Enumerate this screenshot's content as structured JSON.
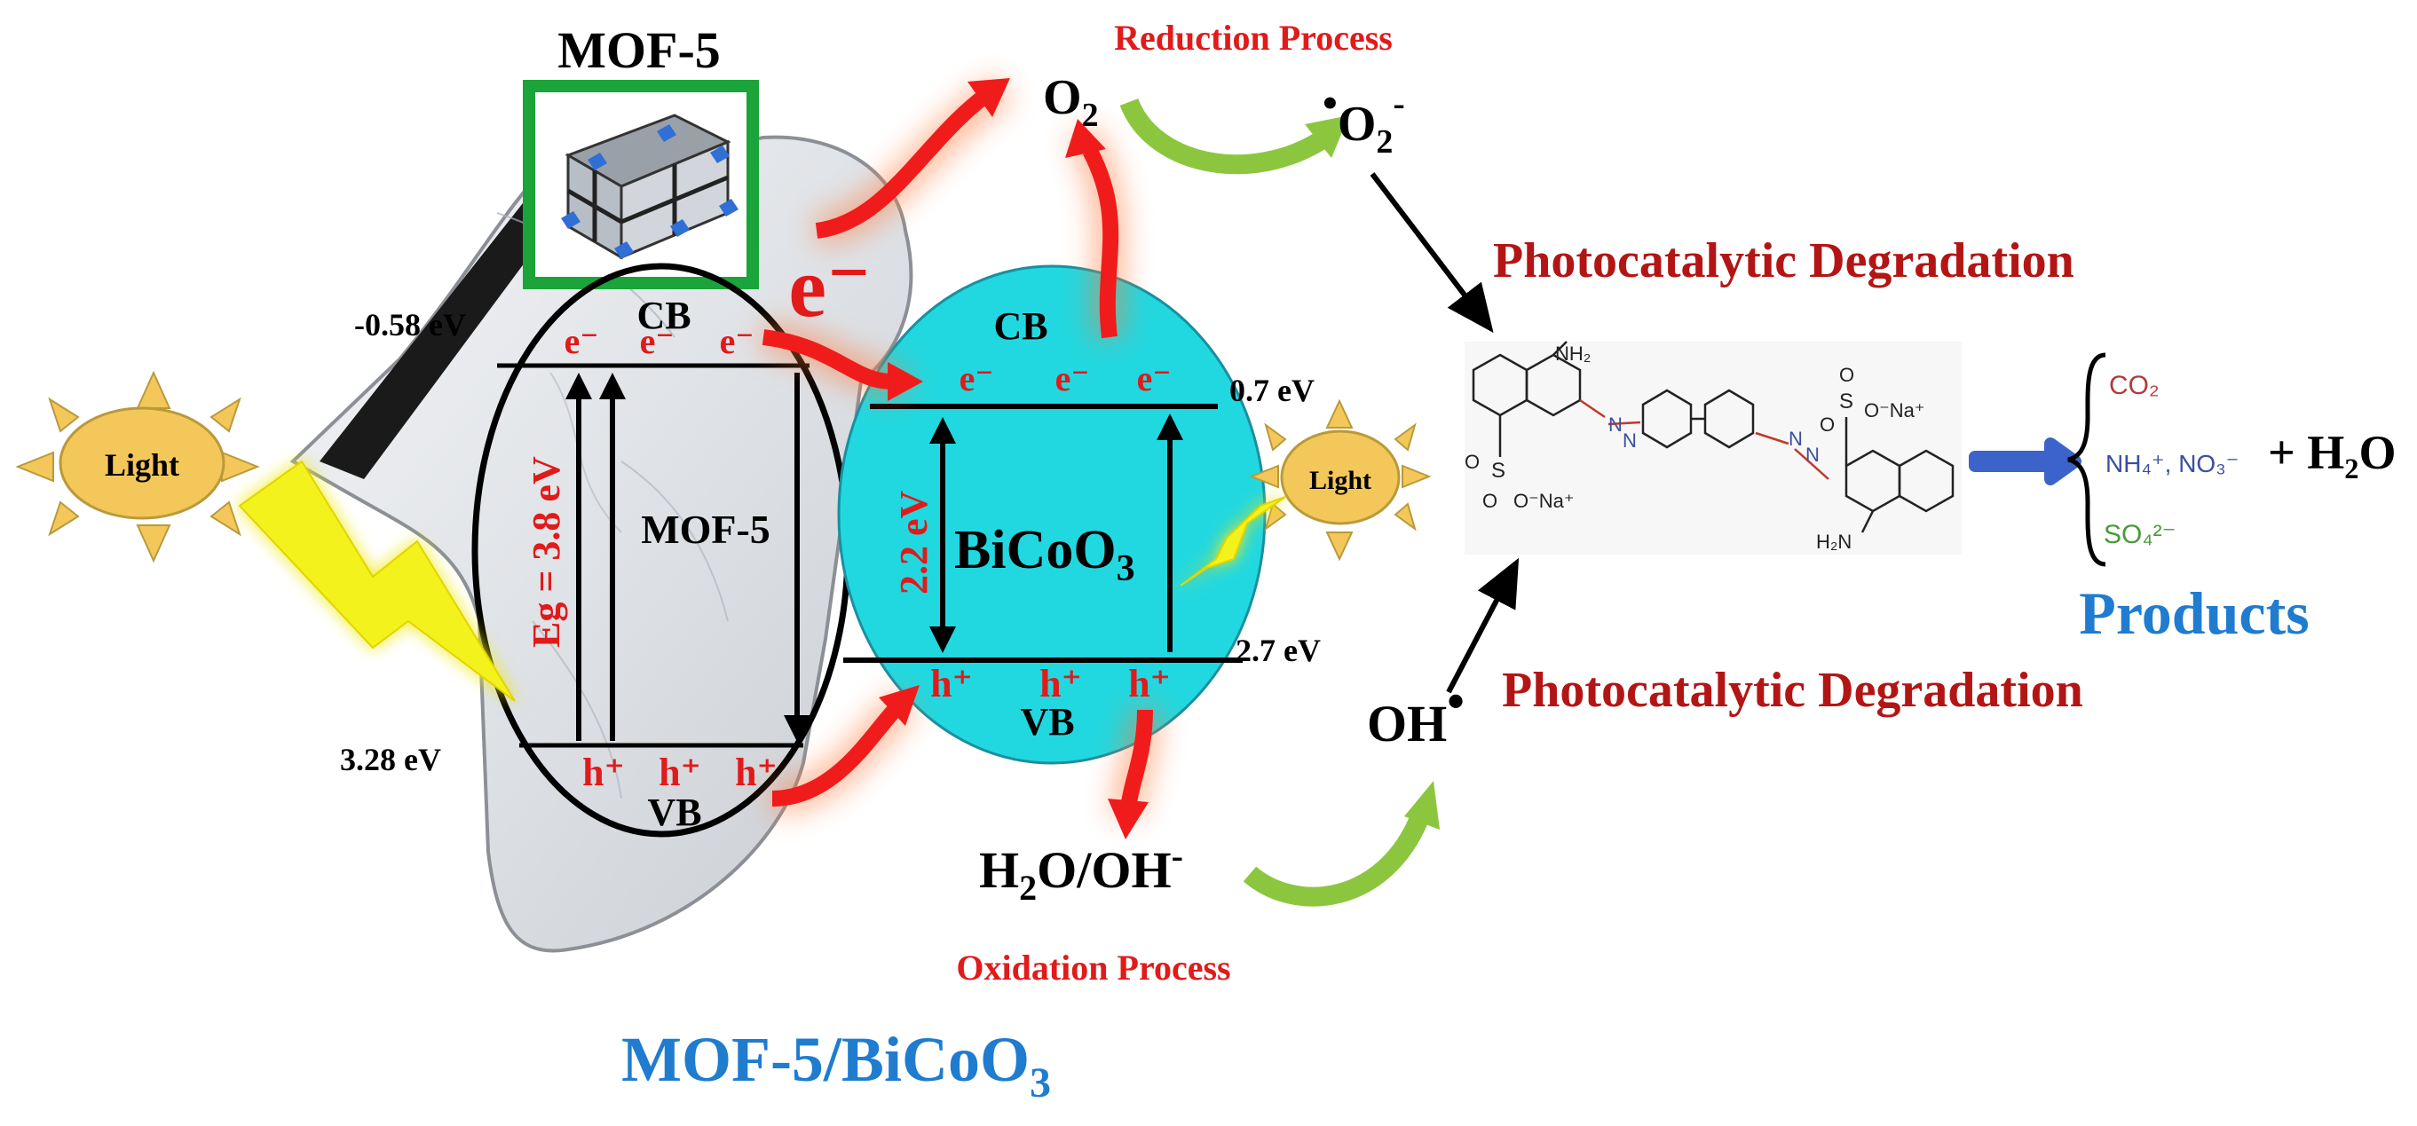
{
  "colors": {
    "accent_red": "#e11a1a",
    "heading_dark_red": "#b31515",
    "composite_blue": "#1f7ccf",
    "bicoo3_cyan": "#22d8e0",
    "mof_frame_green": "#1aa43a",
    "sun_yellow": "#f4c75a",
    "bolt_yellow": "#f3f21a",
    "curve_arrow_green": "#8cc63f",
    "products_arrow_blue": "#3b63c9",
    "co2_red": "#b23a3a",
    "nitrogen_blue": "#3a4fa0",
    "sulfate_green": "#4a9a3a"
  },
  "mof5": {
    "title": "MOF-5",
    "cb_label": "CB",
    "vb_label": "VB",
    "center_label": "MOF-5",
    "band_gap": "Eg = 3.8 eV",
    "cb_potential": "-0.58 eV",
    "vb_potential": "3.28 eV",
    "electron": "e⁻",
    "hole": "h⁺",
    "icon": "mof5-crystal-structure-icon"
  },
  "bicoo3": {
    "label_main": "BiCoO",
    "label_sub": "3",
    "cb_label": "CB",
    "vb_label": "VB",
    "band_gap": "2.2 eV",
    "cb_potential": "0.7 eV",
    "vb_potential": "2.7 eV",
    "electron": "e⁻",
    "hole": "h⁺"
  },
  "light": {
    "left_label": "Light",
    "right_label": "Light"
  },
  "transfer_electron": "e⁻",
  "reduction": {
    "title": "Reduction Process",
    "reactant_main": "O",
    "reactant_sub": "2",
    "product_dot": "•",
    "product_main": "O",
    "product_sub": "2",
    "product_sup": "-"
  },
  "oxidation": {
    "title": "Oxidation Process",
    "reactant_h": "H",
    "reactant_sub": "2",
    "reactant_rest": "O/OH",
    "reactant_sup": "-",
    "product_main": "OH",
    "product_dot": "•"
  },
  "degradation": {
    "top_title": "Photocatalytic Degradation",
    "bottom_title": "Photocatalytic Degradation"
  },
  "molecule": {
    "nh2_top": "NH₂",
    "nh2_bottom": "H₂N",
    "so3na_right": "S",
    "so3na_left": "S",
    "o_minus_na": "O⁻Na⁺",
    "o": "O",
    "n": "N"
  },
  "products": {
    "co2": "CO₂",
    "nitrogen_ions": "NH₄⁺, NO₃⁻",
    "sulfate": "SO₄²⁻",
    "plus_water": "+ H₂O",
    "heading": "Products"
  },
  "composite": {
    "main": "MOF-5/BiCoO",
    "sub": "3"
  }
}
